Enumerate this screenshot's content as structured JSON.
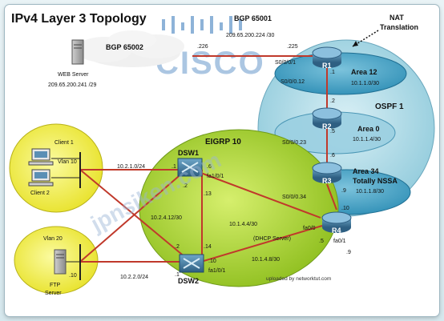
{
  "title": "IPv4 Layer 3 Topology",
  "watermark": {
    "logo_text": "CISCO",
    "diag_text": "jpnsiken.com"
  },
  "credit": "uploaded by networktut.com",
  "bgp": {
    "as65002": "BGP 65002",
    "as65001": "BGP 65001",
    "link_subnet": "209.65.200.224 /30",
    "left_ip": ".226",
    "right_ip": ".225"
  },
  "web_server": {
    "name": "WEB Server",
    "subnet": "209.65.200.241 /29"
  },
  "nat": {
    "line1": "NAT",
    "line2": "Translation"
  },
  "ospf": {
    "label": "OSPF 1",
    "area12": {
      "name": "Area 12",
      "subnet": "10.1.1.0/30"
    },
    "area0": {
      "name": "Area 0",
      "subnet": "10.1.1.4/30"
    },
    "area34": {
      "name": "Area 34",
      "type": "Totally NSSA",
      "subnet": "10.1.1.8/30"
    }
  },
  "eigrp": {
    "label": "EIGRP 10"
  },
  "routers": {
    "r1": {
      "name": "R1",
      "s001": "S0/0/0/1",
      "s0012": "S0/0/0.12",
      "ip1": ".1",
      "ip2": ".2"
    },
    "r2": {
      "name": "R2",
      "s0023": "S0/0/0.23",
      "ip5": ".5",
      "ip6": ".6"
    },
    "r3": {
      "name": "R3",
      "s0034": "S0/0/0.34",
      "ip9": ".9",
      "ip10": ".10"
    },
    "r4": {
      "name": "R4",
      "fa00": "fa0/0",
      "fa01": "fa0/1",
      "ip5": ".5",
      "ip9": ".9",
      "dhcp": "(DHCP Server)"
    }
  },
  "switches": {
    "dsw1": {
      "name": "DSW1",
      "fa101": "fa1/0/1",
      "ip1": ".1",
      "ip2": ".2",
      "ip6": ".6",
      "ip13": ".13"
    },
    "dsw2": {
      "name": "DSW2",
      "fa101": "fa1/0/1",
      "ip1": ".1",
      "ip2": ".2",
      "ip10": ".10",
      "ip14": ".14"
    }
  },
  "links": {
    "vlan10_subnet": "10.2.1.0/24",
    "vlan20_subnet": "10.2.2.0/24",
    "dsw_interlink": "10.2.4.12/30",
    "dsw1_r4": "10.1.4.4/30",
    "dsw2_r4": "10.1.4.8/30"
  },
  "vlan10": {
    "label": "Vlan 10",
    "client1": "Client 1",
    "client2": "Client 2"
  },
  "vlan20": {
    "label": "Vlan 20",
    "ftp": "FTP",
    "server": "Server",
    "ip": ".10"
  },
  "colors": {
    "ospf_fill": "#a9d9e6",
    "eigrp_fill": "#b4dc3c",
    "vlan_fill": "#f5f25a",
    "link": "#c0392b",
    "router": "#3b6f93"
  }
}
